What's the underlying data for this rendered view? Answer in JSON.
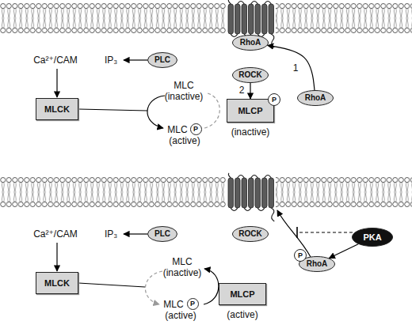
{
  "diagram": {
    "nodes": [
      {
        "text": [
          "RhoA"
        ]
      },
      {
        "text": [
          "ROCK"
        ]
      },
      {
        "text": [
          "RhoA"
        ]
      },
      {
        "text": [
          "PLC"
        ]
      },
      {
        "text": [
          "MLCK"
        ]
      },
      {
        "text": [
          "MLCP"
        ]
      },
      {
        "text": [
          "P"
        ]
      },
      {
        "text": [
          "P"
        ]
      },
      {
        "text": [
          "PLC"
        ]
      },
      {
        "text": [
          "ROCK"
        ]
      },
      {
        "text": [
          "PKA"
        ]
      },
      {
        "text": [
          "RhoA"
        ]
      },
      {
        "text": [
          "P"
        ]
      },
      {
        "text": [
          "MLCK"
        ]
      },
      {
        "text": [
          "P"
        ]
      },
      {
        "text": [
          "MLCP"
        ]
      }
    ],
    "edges": [
      {
        "from": 2,
        "to": 0,
        "arrow": "to",
        "label": "1"
      },
      {
        "from": 1,
        "to": 5,
        "arrow": "to",
        "label": "2"
      },
      {
        "from": 10,
        "to": 11,
        "arrow": "to"
      }
    ],
    "labels": [
      "Ca²⁺/CAM",
      "IP₃",
      "MLC",
      "(inactive)",
      "MLC",
      "(active)",
      "(inactive)",
      "Ca²⁺/CAM",
      "IP₃",
      "MLC",
      "(inactive)",
      "MLC",
      "(active)",
      "(active)"
    ]
  }
}
